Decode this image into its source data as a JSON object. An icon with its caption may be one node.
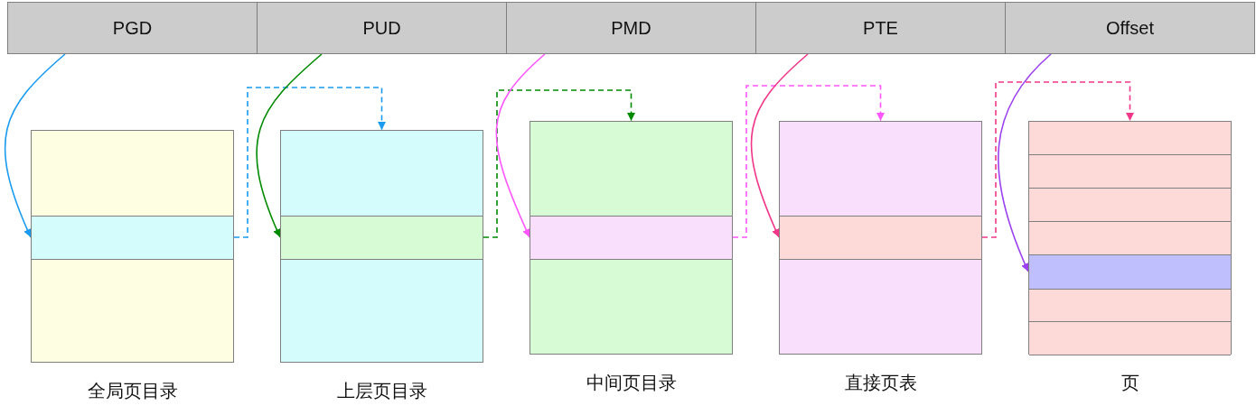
{
  "diagram": {
    "nodes": [
      {
        "text": [
          "PGD"
        ]
      },
      {
        "text": [
          "PUD"
        ]
      },
      {
        "text": [
          "PMD"
        ]
      },
      {
        "text": [
          "PTE"
        ]
      },
      {
        "text": [
          "Offset"
        ]
      },
      {
        "text": [],
        "shape": "box",
        "beside": [
          "全局页目录"
        ]
      },
      {
        "text": [],
        "shape": "bar",
        "in": 5
      },
      {
        "text": [],
        "shape": "box",
        "beside": [
          "上层页目录"
        ]
      },
      {
        "text": [],
        "shape": "bar",
        "in": 7
      },
      {
        "text": [],
        "shape": "box",
        "beside": [
          "中间页目录"
        ]
      },
      {
        "text": [],
        "shape": "bar",
        "in": 9
      },
      {
        "text": [],
        "shape": "box",
        "beside": [
          "直接页表"
        ]
      },
      {
        "text": [],
        "shape": "bar",
        "in": 11
      },
      {
        "text": [],
        "shape": "box",
        "beside": [
          "页"
        ]
      },
      {
        "text": [],
        "shape": "bar",
        "in": 13
      }
    ],
    "edges": [
      {
        "from": 0,
        "to": 6,
        "arrow": "to",
        "color": "#1a9bf0"
      },
      {
        "from": 6,
        "to": 7,
        "arrow": "to",
        "style": "dashed",
        "color": "#1a9bf0"
      },
      {
        "from": 1,
        "to": 8,
        "arrow": "to",
        "color": "#008a00"
      },
      {
        "from": 8,
        "to": 9,
        "arrow": "to",
        "style": "dashed",
        "color": "#008a00"
      },
      {
        "from": 2,
        "to": 10,
        "arrow": "to",
        "color": "#ff55ff"
      },
      {
        "from": 10,
        "to": 11,
        "arrow": "to",
        "style": "dashed",
        "color": "#ff55ff"
      },
      {
        "from": 3,
        "to": 12,
        "arrow": "to",
        "color": "#f0378a"
      },
      {
        "from": 12,
        "to": 13,
        "arrow": "to",
        "style": "dashed",
        "color": "#f0378a"
      },
      {
        "from": 4,
        "to": 14,
        "arrow": "to",
        "color": "#9b40f0"
      }
    ]
  }
}
